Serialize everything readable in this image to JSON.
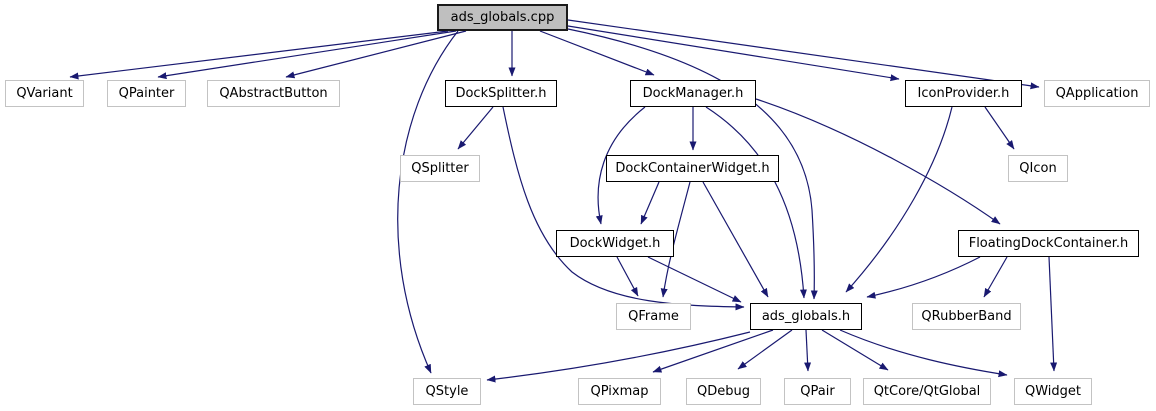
{
  "diagram": {
    "kind": "include-dependency-graph",
    "root_file": "ads_globals.cpp",
    "colors": {
      "background": "#ffffff",
      "edge": "#191970",
      "text": "#000000",
      "root_fill": "#bfbfbf",
      "documented_node_border": "#000000",
      "external_node_border": "#c3c3c3"
    },
    "nodes": [
      {
        "id": "cpp",
        "label": "ads_globals.cpp",
        "kind": "root"
      },
      {
        "id": "QVariant",
        "label": "QVariant",
        "kind": "external"
      },
      {
        "id": "QPainter",
        "label": "QPainter",
        "kind": "external"
      },
      {
        "id": "QAbstractButton",
        "label": "QAbstractButton",
        "kind": "external"
      },
      {
        "id": "DockSplitter",
        "label": "DockSplitter.h",
        "kind": "doc"
      },
      {
        "id": "DockManager",
        "label": "DockManager.h",
        "kind": "doc"
      },
      {
        "id": "IconProvider",
        "label": "IconProvider.h",
        "kind": "doc"
      },
      {
        "id": "QApplication",
        "label": "QApplication",
        "kind": "external"
      },
      {
        "id": "QSplitter",
        "label": "QSplitter",
        "kind": "external"
      },
      {
        "id": "DockContainerWidget",
        "label": "DockContainerWidget.h",
        "kind": "doc"
      },
      {
        "id": "QIcon",
        "label": "QIcon",
        "kind": "external"
      },
      {
        "id": "DockWidget",
        "label": "DockWidget.h",
        "kind": "doc"
      },
      {
        "id": "FloatingDockContainer",
        "label": "FloatingDockContainer.h",
        "kind": "doc"
      },
      {
        "id": "QFrame",
        "label": "QFrame",
        "kind": "external"
      },
      {
        "id": "ads_globals_h",
        "label": "ads_globals.h",
        "kind": "doc"
      },
      {
        "id": "QRubberBand",
        "label": "QRubberBand",
        "kind": "external"
      },
      {
        "id": "QStyle",
        "label": "QStyle",
        "kind": "external"
      },
      {
        "id": "QPixmap",
        "label": "QPixmap",
        "kind": "external"
      },
      {
        "id": "QDebug",
        "label": "QDebug",
        "kind": "external"
      },
      {
        "id": "QPair",
        "label": "QPair",
        "kind": "external"
      },
      {
        "id": "QtCoreQtGlobal",
        "label": "QtCore/QtGlobal",
        "kind": "external"
      },
      {
        "id": "QWidget",
        "label": "QWidget",
        "kind": "external"
      }
    ],
    "edges": [
      {
        "from": "cpp",
        "to": "QVariant"
      },
      {
        "from": "cpp",
        "to": "QPainter"
      },
      {
        "from": "cpp",
        "to": "QAbstractButton"
      },
      {
        "from": "cpp",
        "to": "DockSplitter"
      },
      {
        "from": "cpp",
        "to": "DockManager"
      },
      {
        "from": "cpp",
        "to": "IconProvider"
      },
      {
        "from": "cpp",
        "to": "QApplication"
      },
      {
        "from": "cpp",
        "to": "QStyle"
      },
      {
        "from": "cpp",
        "to": "ads_globals_h"
      },
      {
        "from": "DockSplitter",
        "to": "QSplitter"
      },
      {
        "from": "DockSplitter",
        "to": "ads_globals_h"
      },
      {
        "from": "DockManager",
        "to": "DockContainerWidget"
      },
      {
        "from": "DockManager",
        "to": "DockWidget"
      },
      {
        "from": "DockManager",
        "to": "FloatingDockContainer"
      },
      {
        "from": "DockManager",
        "to": "ads_globals_h"
      },
      {
        "from": "DockContainerWidget",
        "to": "DockWidget"
      },
      {
        "from": "DockContainerWidget",
        "to": "QFrame"
      },
      {
        "from": "DockContainerWidget",
        "to": "ads_globals_h"
      },
      {
        "from": "DockWidget",
        "to": "QFrame"
      },
      {
        "from": "DockWidget",
        "to": "ads_globals_h"
      },
      {
        "from": "IconProvider",
        "to": "QIcon"
      },
      {
        "from": "IconProvider",
        "to": "ads_globals_h"
      },
      {
        "from": "FloatingDockContainer",
        "to": "QRubberBand"
      },
      {
        "from": "FloatingDockContainer",
        "to": "QWidget"
      },
      {
        "from": "FloatingDockContainer",
        "to": "ads_globals_h"
      },
      {
        "from": "ads_globals_h",
        "to": "QStyle"
      },
      {
        "from": "ads_globals_h",
        "to": "QPixmap"
      },
      {
        "from": "ads_globals_h",
        "to": "QDebug"
      },
      {
        "from": "ads_globals_h",
        "to": "QPair"
      },
      {
        "from": "ads_globals_h",
        "to": "QtCoreQtGlobal"
      },
      {
        "from": "ads_globals_h",
        "to": "QWidget"
      }
    ]
  }
}
